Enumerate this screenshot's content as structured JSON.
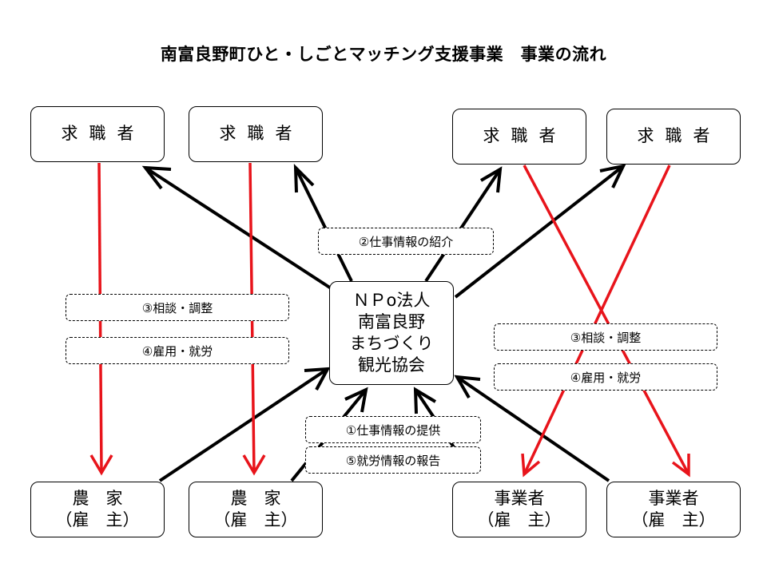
{
  "title": "南富良野町ひと・しごとマッチング支援事業　事業の流れ",
  "seekers": [
    "求職者",
    "求職者",
    "求職者",
    "求職者"
  ],
  "center": {
    "line1": "ＮＰo法人",
    "line2": "南富良野",
    "line3": "まちづくり",
    "line4": "観光協会"
  },
  "employers": [
    {
      "name": "農　家",
      "role": "（雇　主）"
    },
    {
      "name": "農　家",
      "role": "（雇　主）"
    },
    {
      "name": "事業者",
      "role": "（雇　主）"
    },
    {
      "name": "事業者",
      "role": "（雇　主）"
    }
  ],
  "labels": {
    "job_intro": "②仕事情報の紹介",
    "consult_left": "③相談・調整",
    "hire_left": "④雇用・就労",
    "consult_right": "③相談・調整",
    "hire_right": "④雇用・就労",
    "job_provide": "①仕事情報の提供",
    "work_report": "⑤就労情報の報告"
  },
  "colors": {
    "black_arrow": "#000000",
    "red_arrow": "#e8141b"
  }
}
